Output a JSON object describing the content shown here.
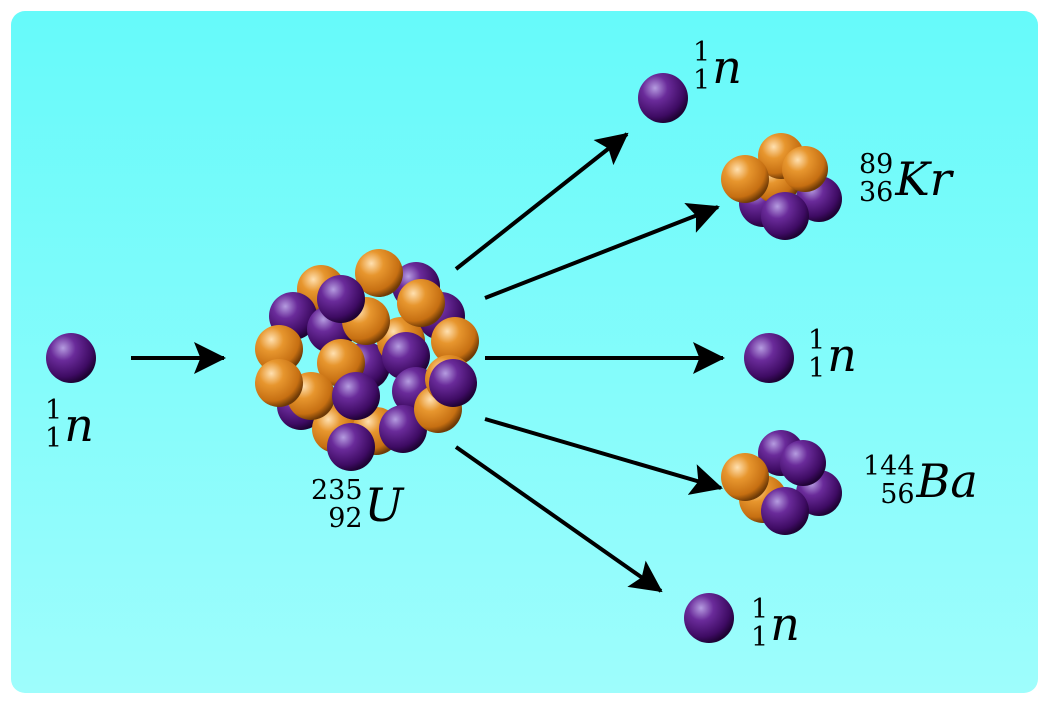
{
  "colors": {
    "background_top": "#66fafa",
    "background_bottom": "#9efdfc",
    "neutron": "#3e0b63",
    "proton": "#d77f1c",
    "arrow": "#000000"
  },
  "particles": {
    "incoming_neutron": {
      "mass": "1",
      "atomic": "1",
      "symbol": "n"
    },
    "uranium": {
      "mass": "235",
      "atomic": "92",
      "symbol": "U"
    },
    "neutron_top": {
      "mass": "1",
      "atomic": "1",
      "symbol": "n"
    },
    "krypton": {
      "mass": "89",
      "atomic": "36",
      "symbol": "Kr"
    },
    "neutron_middle": {
      "mass": "1",
      "atomic": "1",
      "symbol": "n"
    },
    "barium": {
      "mass": "144",
      "atomic": "56",
      "symbol": "Ba"
    },
    "neutron_bottom": {
      "mass": "1",
      "atomic": "1",
      "symbol": "n"
    }
  }
}
